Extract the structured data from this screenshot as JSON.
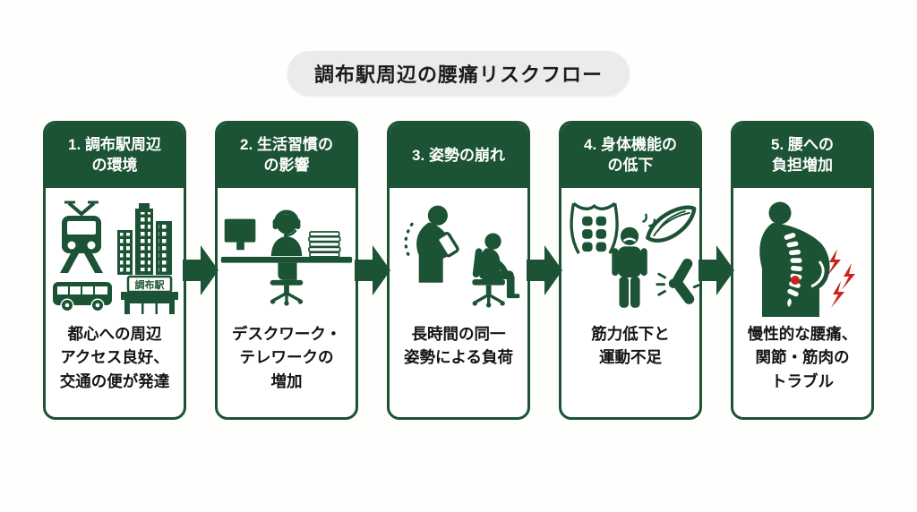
{
  "title": "調布駅周辺の腰痛リスクフロー",
  "colors": {
    "primary_green": "#1b5334",
    "title_pill_bg": "#e9ece9",
    "text_dark": "#141414",
    "pain_red": "#c8231e",
    "card_bg": "#ffffff"
  },
  "cards": [
    {
      "heading": "1. 調布駅周辺\nの環境",
      "body": "都心への周辺\nアクセス良好、\n交通の便が発達",
      "icons": [
        "train-icon",
        "buildings-icon",
        "bus-icon",
        "station-icon"
      ],
      "station_sign": "調布駅"
    },
    {
      "heading": "2. 生活習慣の\nの影響",
      "body": "デスクワーク・\nテレワークの\n増加",
      "icons": [
        "desk-worker-icon"
      ]
    },
    {
      "heading": "3. 姿勢の崩れ",
      "body": "長時間の同一\n姿勢による負荷",
      "icons": [
        "hunched-phone-user-icon",
        "slouched-sitting-person-icon"
      ]
    },
    {
      "heading": "4. 身体機能の\nの低下",
      "body": "筋力低下と\n運動不足",
      "icons": [
        "abs-icon",
        "fatigued-person-icon",
        "muscle-icon",
        "joint-pain-icon"
      ]
    },
    {
      "heading": "5. 腰への\n負担増加",
      "body": "慢性的な腰痛、\n関節・筋肉の\nトラブル",
      "icons": [
        "back-pain-person-icon"
      ]
    }
  ]
}
